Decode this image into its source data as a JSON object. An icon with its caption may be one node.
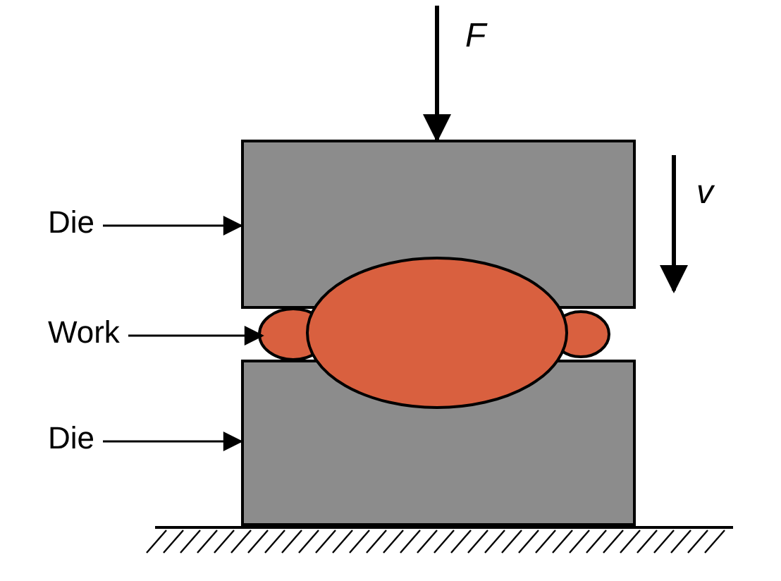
{
  "diagram": {
    "nodes": [
      {
        "text": [
          "Die"
        ]
      },
      {
        "text": [],
        "shape": "box"
      },
      {
        "text": [
          "Work"
        ]
      },
      {
        "text": [],
        "shape": "ellipse"
      },
      {
        "text": [
          "Die"
        ]
      },
      {
        "text": [],
        "shape": "box"
      }
    ],
    "edges": [
      {
        "from": 0,
        "to": 1,
        "arrow": "to"
      },
      {
        "from": 2,
        "to": 3,
        "arrow": "to"
      },
      {
        "from": 4,
        "to": 5,
        "arrow": "to"
      }
    ],
    "labels": [
      "F",
      "v"
    ]
  }
}
